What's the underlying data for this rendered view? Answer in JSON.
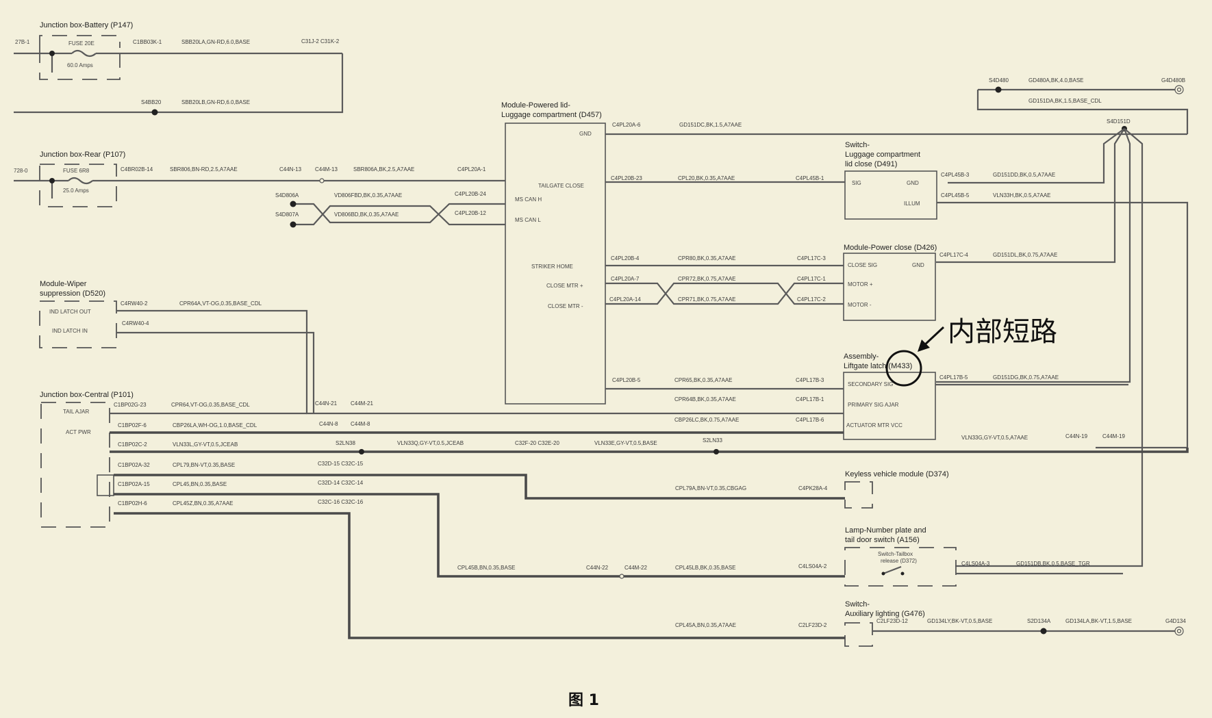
{
  "components": {
    "jb_battery": {
      "title": "Junction box-Battery (P147)",
      "fuse": "FUSE 20E",
      "amps": "60.0 Amps",
      "left_pin": "27B-1"
    },
    "jb_rear": {
      "title": "Junction box-Rear (P107)",
      "fuse": "FUSE 6R8",
      "amps": "25.0 Amps",
      "left_pin": "728-0"
    },
    "wiper": {
      "title_1": "Module-Wiper",
      "title_2": "suppression (D520)",
      "pin_out": "IND LATCH OUT",
      "pin_in": "IND LATCH IN"
    },
    "jb_central": {
      "title": "Junction box-Central (P101)",
      "pin_tail": "TAIL AJAR",
      "pin_act": "ACT PWR"
    },
    "plm": {
      "title_1": "Module-Powered lid-",
      "title_2": "Luggage compartment (D457)",
      "gnd": "GND",
      "tailgate": "TAILGATE CLOSE",
      "ms_can_h": "MS CAN H",
      "ms_can_l": "MS CAN L",
      "striker": "STRIKER HOME",
      "mtr_p": "CLOSE MTR +",
      "mtr_m": "CLOSE MTR -"
    },
    "sw_luggage": {
      "title_1": "Switch-",
      "title_2": "Luggage compartment",
      "title_3": "lid close (D491)",
      "sig": "SIG",
      "gnd": "GND",
      "illum": "ILLUM"
    },
    "power_close": {
      "title": "Module-Power close (D426)",
      "close_sig": "CLOSE SIG",
      "gnd": "GND",
      "motor_p": "MOTOR +",
      "motor_m": "MOTOR -"
    },
    "latch": {
      "title_1": "Assembly-",
      "title_2": "Liftgate latch (M433)",
      "secondary": "SECONDARY SIG",
      "primary": "PRIMARY SIG AJAR",
      "actuator": "ACTUATOR MTR VCC"
    },
    "keyless": {
      "title": "Keyless vehicle module (D374)"
    },
    "lamp": {
      "title_1": "Lamp-Number plate and",
      "title_2": "tail door switch (A156)",
      "inner_1": "Switch-Tailbox",
      "inner_2": "release (D372)"
    },
    "aux": {
      "title_1": "Switch-",
      "title_2": "Auxiliary lighting (G476)"
    },
    "ground": {
      "s4d480": "S4D480",
      "g4d480b": "G4D480B",
      "s4d151d": "S4D151D",
      "g4d134": "G4D134"
    }
  },
  "wires": {
    "bat_1": "C1BB03K-1",
    "bat_2": "SBB20LA,GN-RD,6.0,BASE",
    "bat_3": "C31J-2 C31K-2",
    "bat_4": "S4BB20",
    "bat_5": "SBB20LB,GN-RD,6.0,BASE",
    "rear_1": "C4BR02B-14",
    "rear_2": "SBR806,BN-RD,2.5,A7AAE",
    "rear_3": "C44N-13",
    "rear_4": "C44M-13",
    "rear_5": "SBR806A,BK,2.5,A7AAE",
    "rear_6": "C4PL20A-1",
    "can_1": "S4D806A",
    "can_2": "VD806FBD,BK,0.35,A7AAE",
    "can_3": "C4PL20B-24",
    "can_4": "S4D807A",
    "can_5": "VD806BD,BK,0.35,A7AAE",
    "can_6": "C4PL20B-12",
    "gnd_1": "C4PL20A-6",
    "gnd_2": "GD151DC,BK,1.5,A7AAE",
    "tg_1": "C4PL20B-23",
    "tg_2": "CPL20,BK,0.35,A7AAE",
    "tg_3": "C4PL45B-1",
    "sw_1": "C4PL45B-3",
    "sw_2": "GD151DD,BK,0.5,A7AAE",
    "sw_3": "C4PL45B-5",
    "sw_4": "VLN33H,BK,0.5,A7AAE",
    "top_1": "S4D480",
    "top_2": "GD480A,BK,4.0,BASE",
    "top_3": "GD151DA,BK,1.5,BASE_CDL",
    "pc_1": "C4PL20B-4",
    "pc_2": "CPR80,BK,0.35,A7AAE",
    "pc_3": "C4PL17C-3",
    "pc_4": "C4PL20A-7",
    "pc_5": "CPR72,BK,0.75,A7AAE",
    "pc_6": "C4PL17C-1",
    "pc_7": "C4PL20A-14",
    "pc_8": "CPR71,BK,0.75,A7AAE",
    "pc_9": "C4PL17C-2",
    "pc_10": "C4PL17C-4",
    "pc_11": "GD151DL,BK,0.75,A7AAE",
    "la_1": "C4PL20B-5",
    "la_2": "CPR65,BK,0.35,A7AAE",
    "la_3": "C4PL17B-3",
    "la_4": "CPR64B,BK,0.35,A7AAE",
    "la_5": "C4PL17B-1",
    "la_6": "CBP26LC,BK,0.75,A7AAE",
    "la_7": "C4PL17B-6",
    "la_8": "C4PL17B-5",
    "la_9": "GD151DG,BK,0.75,A7AAE",
    "wi_1": "C4RW40-2",
    "wi_2": "CPR64A,VT-OG,0.35,BASE_CDL",
    "wi_3": "C4RW40-4",
    "cj_1": "C44N-21",
    "cj_2": "C44M-21",
    "ce_1": "C1BP02G-23",
    "ce_2": "CPR64,VT-OG,0.35,BASE_CDL",
    "ce_3": "C1BP02F-6",
    "ce_4": "CBP26LA,WH-OG,1.0,BASE_CDL",
    "ce_5": "C44N-8",
    "ce_6": "C44M-8",
    "ce_7": "C1BP02C-2",
    "ce_8": "VLN33L,GY-VT,0.5,JCEAB",
    "ce_9": "S2LN38",
    "ce_10": "VLN33Q,GY-VT,0.5,JCEAB",
    "ce_11": "C32F-20 C32E-20",
    "ce_12": "VLN33E,GY-VT,0.5,BASE",
    "ce_13": "S2LN33",
    "ce_14": "VLN33G,GY-VT,0.5,A7AAE",
    "ce_15": "C44N-19",
    "ce_16": "C44M-19",
    "kv_1": "C1BP02A-32",
    "kv_2": "CPL79,BN-VT,0.35,BASE",
    "kv_3": "C32D-15 C32C-15",
    "kv_4": "CPL79A,BN-VT,0.35,CBGAG",
    "kv_5": "C4PK28A-4",
    "lp_1": "C1BP02A-15",
    "lp_2": "CPL45,BN,0.35,BASE",
    "lp_3": "C32D-14 C32C-14",
    "lp_4": "CPL45B,BN,0.35,BASE",
    "lp_5": "C44N-22",
    "lp_6": "C44M-22",
    "lp_7": "CPL45LB,BK,0.35,BASE",
    "lp_8": "C4LS04A-2",
    "lp_9": "C4LS04A-3",
    "lp_10": "GD151DB,BK,0.5,BASE_TGR",
    "ax_1": "C1BP02H-6",
    "ax_2": "CPL45Z,BN,0.35,A7AAE",
    "ax_3": "C32C-16 C32C-16",
    "ax_4": "CPL45A,BN,0.35,A7AAE",
    "ax_5": "C2LF23D-2",
    "ax_6": "C2LF23D-12",
    "ax_7": "GD134LY,BK-VT,0.5,BASE",
    "ax_8": "S2D134A",
    "ax_9": "GD134LA,BK-VT,1.5,BASE"
  },
  "annotation": {
    "text": "内部短路"
  },
  "caption": "图 1"
}
